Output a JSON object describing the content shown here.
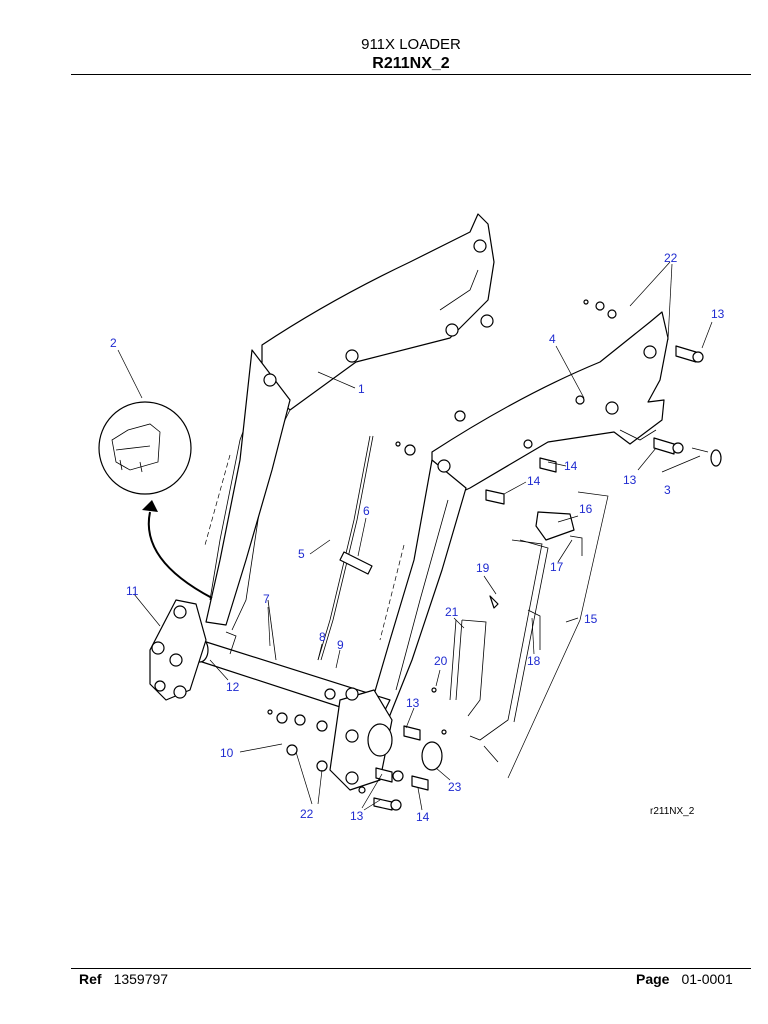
{
  "header": {
    "title": "911X LOADER",
    "subtitle": "R211NX_2"
  },
  "figure": {
    "ref_code": "r211NX_2",
    "callouts": [
      "1",
      "2",
      "3",
      "4",
      "5",
      "6",
      "7",
      "8",
      "9",
      "10",
      "11",
      "12",
      "13",
      "13",
      "13",
      "14",
      "14",
      "14",
      "15",
      "16",
      "17",
      "18",
      "19",
      "20",
      "21",
      "22",
      "22",
      "23"
    ]
  },
  "footer": {
    "ref_label": "Ref",
    "ref_value": "1359797",
    "page_label": "Page",
    "page_value": "01-0001"
  }
}
